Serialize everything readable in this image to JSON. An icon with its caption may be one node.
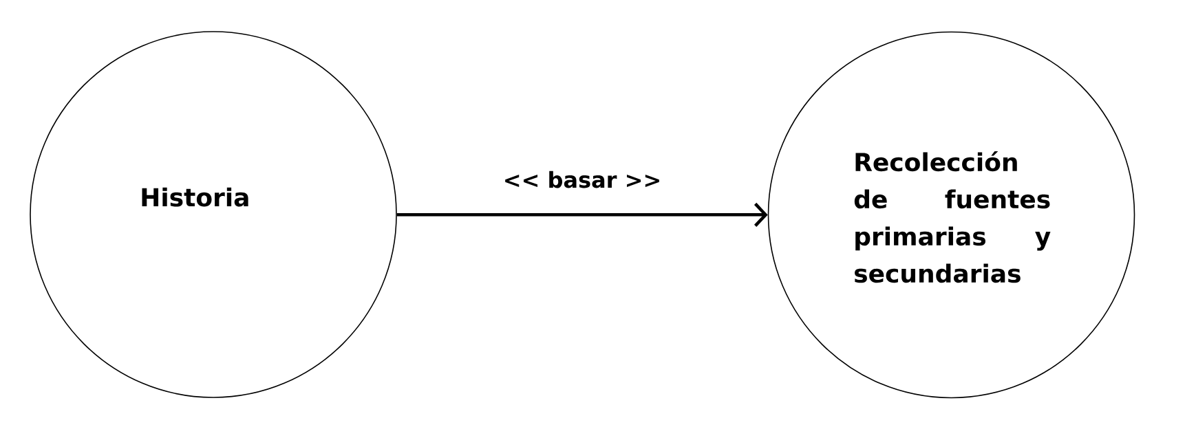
{
  "diagram": {
    "nodes": [
      {
        "text": [
          "Historia"
        ]
      },
      {
        "text": [
          "Recolección de fuentes primarias y secundarias"
        ]
      }
    ],
    "edges": [
      {
        "from": 0,
        "to": 1,
        "arrow": "to",
        "label": "<< basar >>"
      }
    ]
  }
}
